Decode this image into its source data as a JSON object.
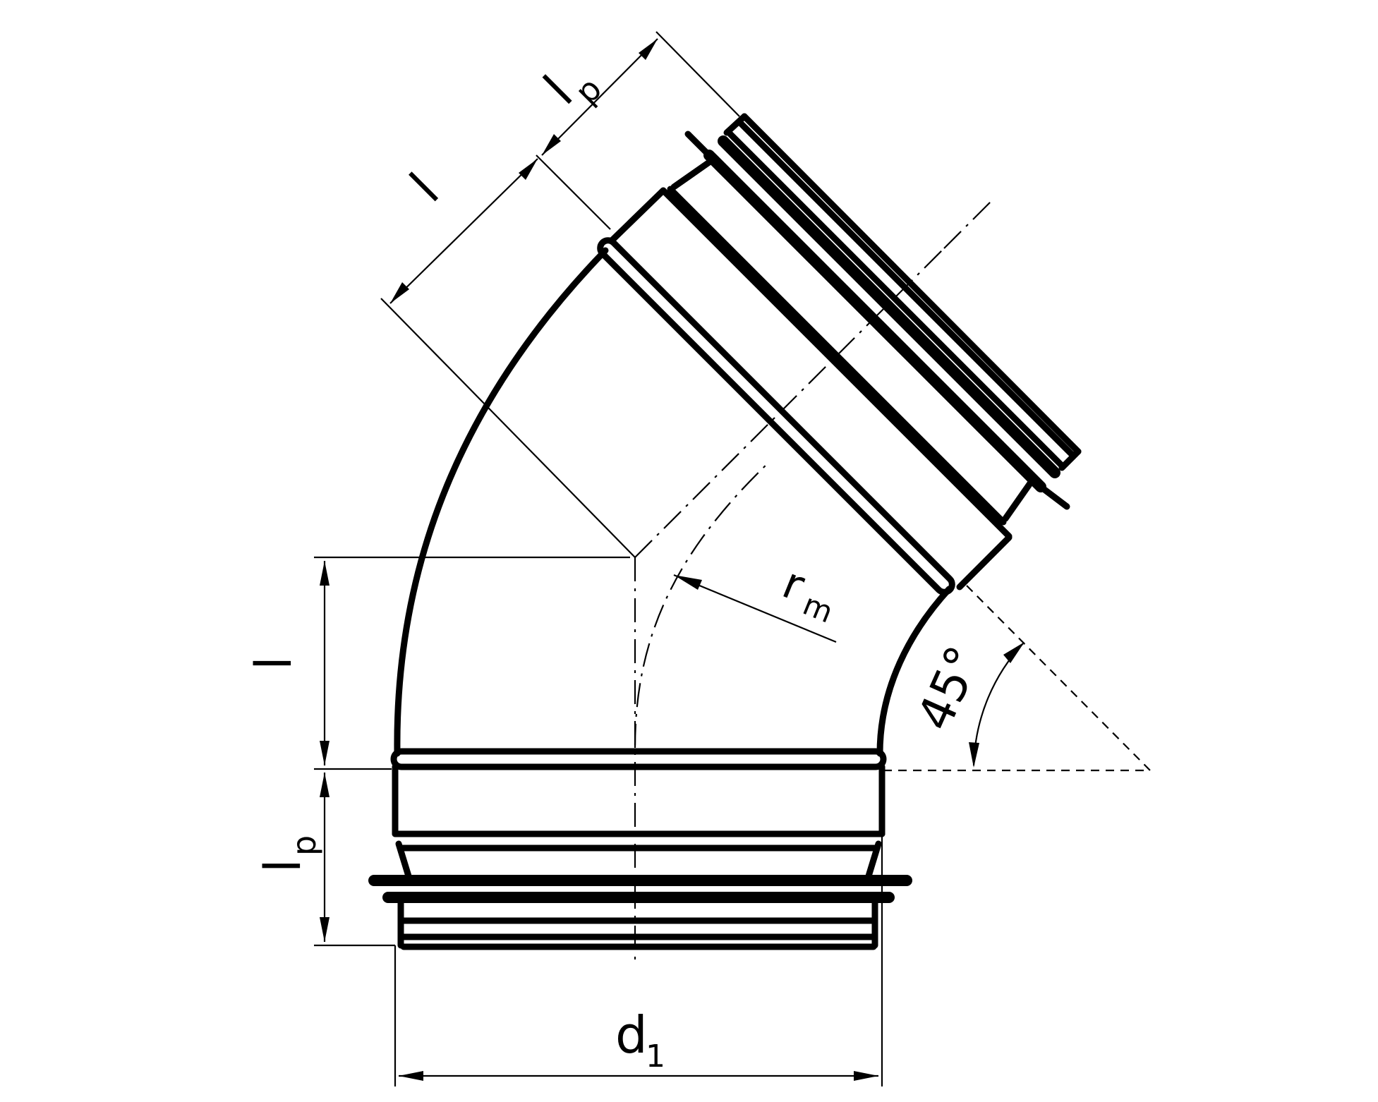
{
  "drawing": {
    "label_l": "l",
    "label_p": "p",
    "label_d": "d",
    "label_1": "1",
    "label_r": "r",
    "label_m": "m",
    "label_angle": "45°"
  },
  "colors": {
    "line": "#000000",
    "background": "#ffffff"
  }
}
